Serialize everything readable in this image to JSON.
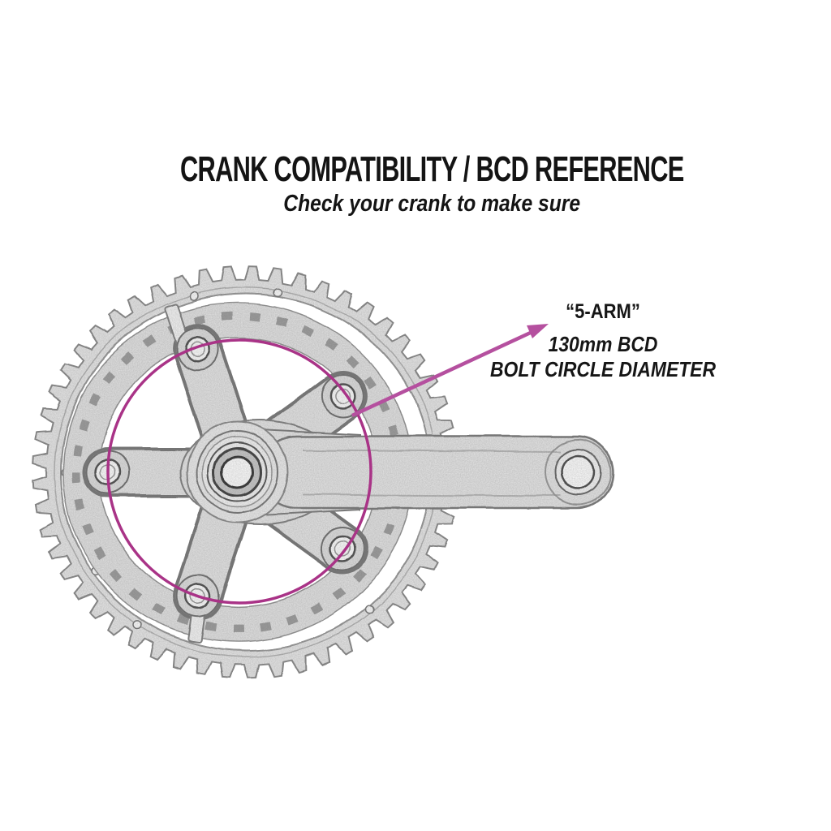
{
  "page": {
    "background": "#ffffff"
  },
  "header": {
    "title": "CRANK COMPATIBILITY / BCD REFERENCE",
    "subtitle": "Check your crank to make sure"
  },
  "callout": {
    "line1": "“5-ARM”",
    "line2": "130mm BCD",
    "line3": "BOLT CIRCLE DIAMETER"
  },
  "diagram": {
    "subject": "5-arm road crankset with double chainrings and drive-side crank arm, pencil-sketch style",
    "arm_count": 5,
    "bcd_mm": 130,
    "colors": {
      "bcd_circle": "#a93387",
      "arrow": "#b5509f",
      "ink": "#141414",
      "sketch_line": "#8a8a8a",
      "sketch_fill": "#e9e9e9",
      "paper": "#ffffff"
    }
  }
}
